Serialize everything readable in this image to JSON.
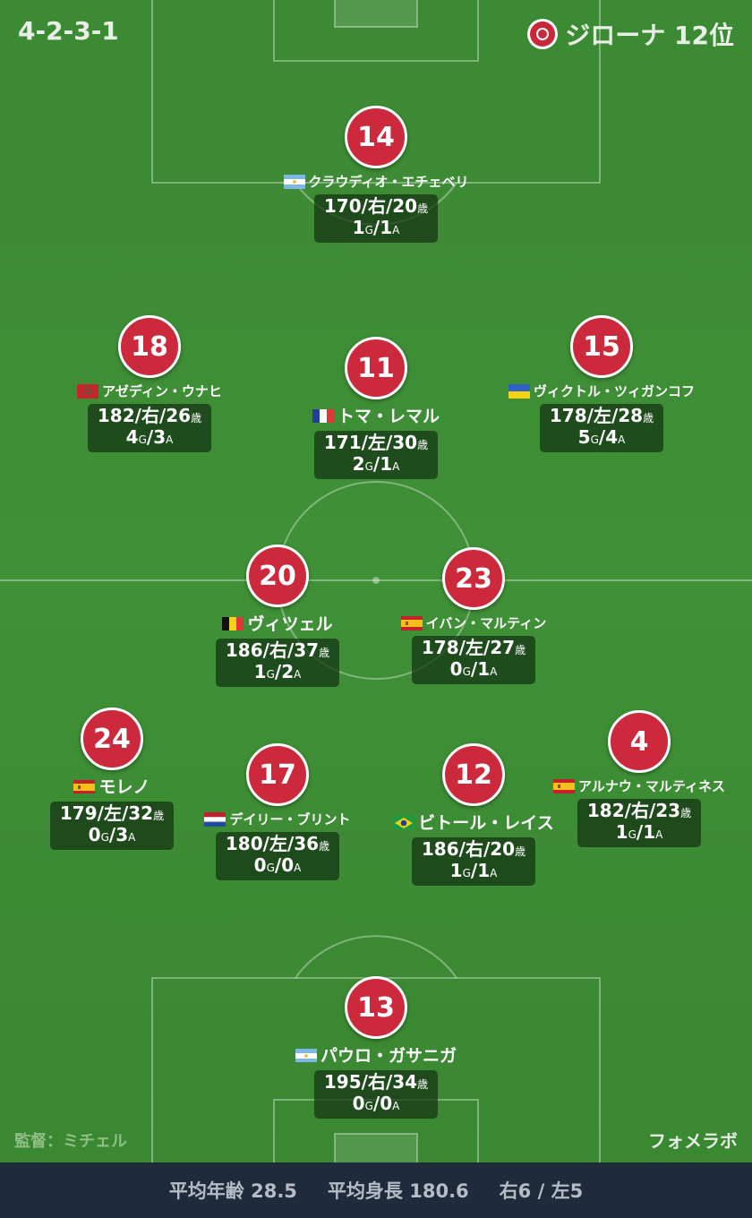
{
  "header": {
    "formation": "4-2-3-1",
    "team": "ジローナ 12位",
    "crest_icon": "girona-crest-icon"
  },
  "players": [
    {
      "number": "14",
      "flag": "argentina",
      "name": "クラウディオ・エチェベリ",
      "line1": "170/右/20",
      "g": "1",
      "a": "1"
    },
    {
      "number": "18",
      "flag": "morocco",
      "name": "アゼディン・ウナヒ",
      "line1": "182/右/26",
      "g": "4",
      "a": "3"
    },
    {
      "number": "11",
      "flag": "france",
      "name": "トマ・レマル",
      "line1": "171/左/30",
      "g": "2",
      "a": "1"
    },
    {
      "number": "15",
      "flag": "ukraine",
      "name": "ヴィクトル・ツィガンコフ",
      "line1": "178/左/28",
      "g": "5",
      "a": "4"
    },
    {
      "number": "20",
      "flag": "belgium",
      "name": "ヴィツェル",
      "line1": "186/右/37",
      "g": "1",
      "a": "2"
    },
    {
      "number": "23",
      "flag": "spain",
      "name": "イバン・マルティン",
      "line1": "178/左/27",
      "g": "0",
      "a": "1"
    },
    {
      "number": "24",
      "flag": "spain",
      "name": "モレノ",
      "line1": "179/左/32",
      "g": "0",
      "a": "3"
    },
    {
      "number": "17",
      "flag": "netherlands",
      "name": "デイリー・ブリント",
      "line1": "180/左/36",
      "g": "0",
      "a": "0"
    },
    {
      "number": "12",
      "flag": "brazil",
      "name": "ビトール・レイス",
      "line1": "186/右/20",
      "g": "1",
      "a": "1"
    },
    {
      "number": "4",
      "flag": "spain",
      "name": "アルナウ・マルティネス",
      "line1": "182/右/23",
      "g": "1",
      "a": "1"
    },
    {
      "number": "13",
      "flag": "argentina",
      "name": "パウロ・ガサニガ",
      "line1": "195/右/34",
      "g": "0",
      "a": "0"
    }
  ],
  "units": {
    "age": "歳",
    "goals": "G",
    "assists": "A"
  },
  "coach": "監督：ミチェル",
  "brand": "フォメラボ",
  "footer": {
    "avg_age": "平均年齢 28.5",
    "avg_height": "平均身長 180.6",
    "foot": "右6 / 左5"
  },
  "colors": {
    "pitch": "#3f9037",
    "player_circle": "#cc2a3c",
    "footer_bg": "#1f2a3a"
  }
}
